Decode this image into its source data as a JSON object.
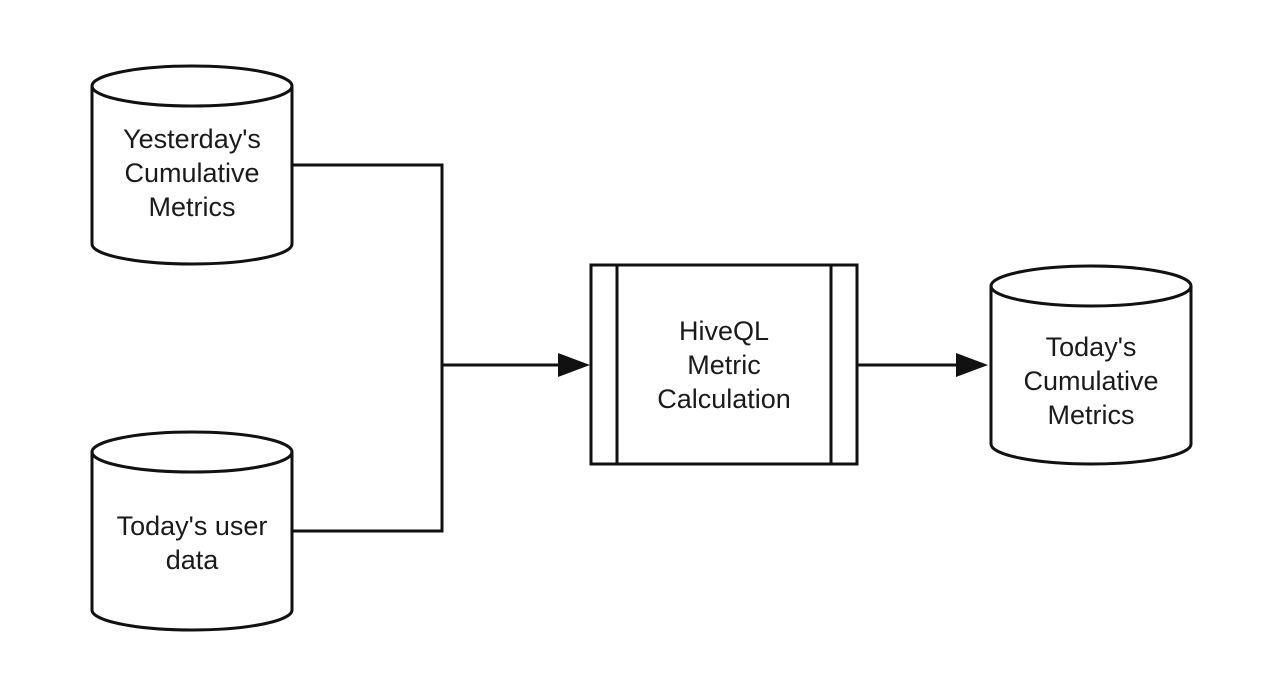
{
  "nodes": {
    "yesterday_metrics": {
      "type": "database",
      "lines": [
        "Yesterday's",
        "Cumulative",
        "Metrics"
      ]
    },
    "today_user_data": {
      "type": "database",
      "lines": [
        "Today's user",
        "data"
      ]
    },
    "hiveql_process": {
      "type": "predefined-process",
      "lines": [
        "HiveQL",
        "Metric",
        "Calculation"
      ]
    },
    "today_metrics": {
      "type": "database",
      "lines": [
        "Today's",
        "Cumulative",
        "Metrics"
      ]
    }
  },
  "edges": [
    {
      "from": "yesterday_metrics",
      "to": "hiveql_process"
    },
    {
      "from": "today_user_data",
      "to": "hiveql_process"
    },
    {
      "from": "hiveql_process",
      "to": "today_metrics"
    }
  ]
}
